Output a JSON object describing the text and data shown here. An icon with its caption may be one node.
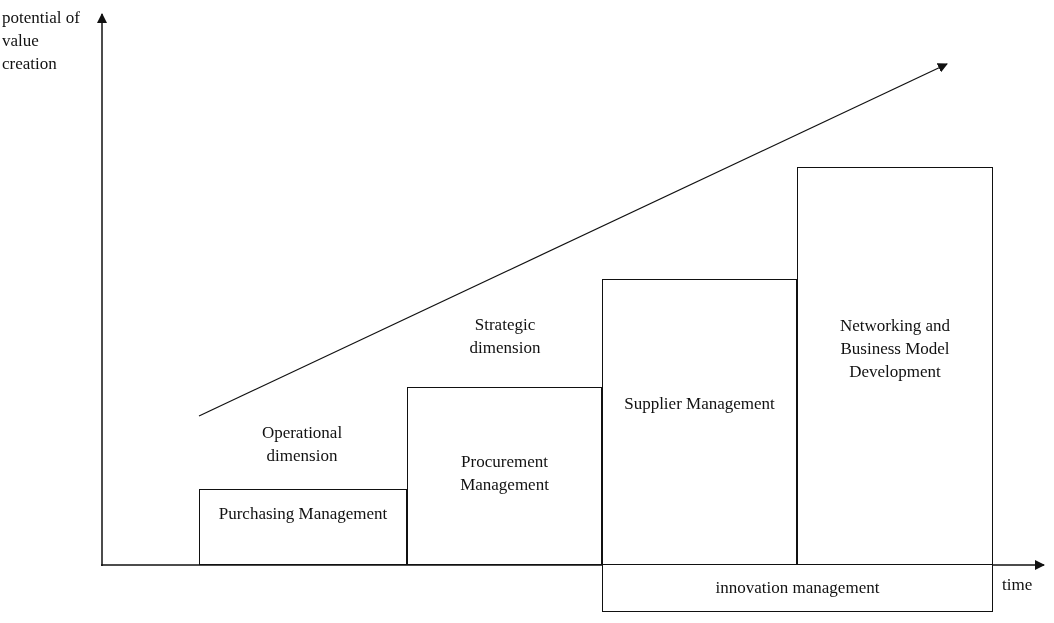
{
  "diagram": {
    "nodes": [
      {
        "text": [
          "Purchasing Management"
        ]
      },
      {
        "text": [
          "Procurement Management"
        ]
      },
      {
        "text": [
          "Supplier Management"
        ]
      },
      {
        "text": [
          "Networking and Business Model Development"
        ]
      },
      {
        "text": [
          "innovation management"
        ]
      }
    ],
    "labels": [
      "potential of value creation",
      "Strategic dimension",
      "Operational dimension",
      "time"
    ]
  }
}
